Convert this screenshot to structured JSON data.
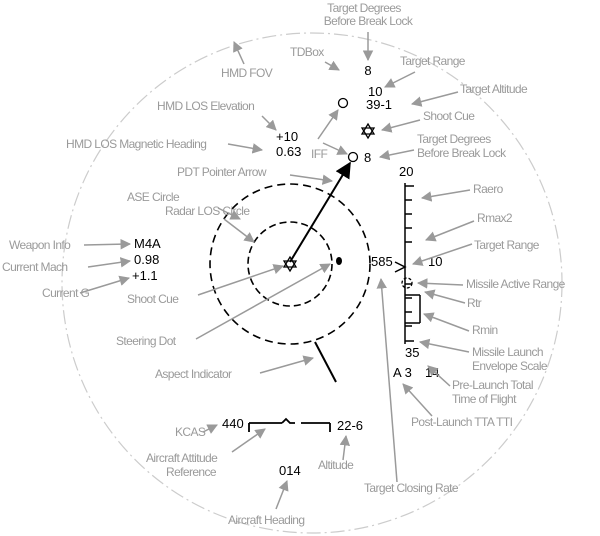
{
  "hud_values": {
    "tdbox_degrees": "8",
    "target_range": "10",
    "target_altitude": "39-1",
    "hmd_los_elevation": "+10",
    "hmd_los_heading": "0.63",
    "iff_degrees": "8",
    "scale_top": "20",
    "scale_bottom": "35",
    "weapon": "M4A",
    "mach": "0.98",
    "g": "+1.1",
    "closing_rate": "585",
    "scale_range": "10",
    "post_launch_tti": "A 3",
    "pre_launch_tof": "14",
    "kcas": "440",
    "altitude": "22-6",
    "heading": "014"
  },
  "labels": {
    "target_degrees_before_break_lock_top_l1": "Target Degrees",
    "target_degrees_before_break_lock_top_l2": "Before Break Lock",
    "tdbox": "TDBox",
    "target_range_top": "Target Range",
    "hmd_fov": "HMD FOV",
    "target_altitude": "Target Altitude",
    "shoot_cue_top": "Shoot Cue",
    "hmd_los_elevation": "HMD LOS Elevation",
    "target_degrees_before_break_lock_mid_l1": "Target Degrees",
    "target_degrees_before_break_lock_mid_l2": "Before Break Lock",
    "iff": "IFF",
    "hmd_los_magnetic_heading": "HMD LOS Magnetic Heading",
    "pdt_pointer_arrow": "PDT Pointer Arrow",
    "raero": "Raero",
    "ase_circle": "ASE Circle",
    "radar_los_circle": "Radar LOS Circle",
    "rmax2": "Rmax2",
    "target_range_scale": "Target Range",
    "weapon_info": "Weapon Info",
    "current_mach": "Current Mach",
    "current_g": "Current G",
    "shoot_cue": "Shoot Cue",
    "missile_active_range": "Missile Active Range",
    "rtr": "Rtr",
    "steering_dot": "Steering Dot",
    "rmin": "Rmin",
    "missile_launch_envelope_l1": "Missile Launch",
    "missile_launch_envelope_l2": "Envelope Scale",
    "aspect_indicator": "Aspect Indicator",
    "pre_launch_l1": "Pre-Launch Total",
    "pre_launch_l2": "Time of Flight",
    "post_launch": "Post-Launch TTA TTI",
    "kcas": "KCAS",
    "aircraft_attitude_l1": "Aircraft Attitude",
    "aircraft_attitude_l2": "Reference",
    "altitude": "Altitude",
    "target_closing_rate": "Target Closing Rate",
    "aircraft_heading": "Aircraft Heading"
  },
  "colors": {
    "symbology": "#000000",
    "callout": "#9a9a9a",
    "fov_circle": "#cccccc"
  }
}
